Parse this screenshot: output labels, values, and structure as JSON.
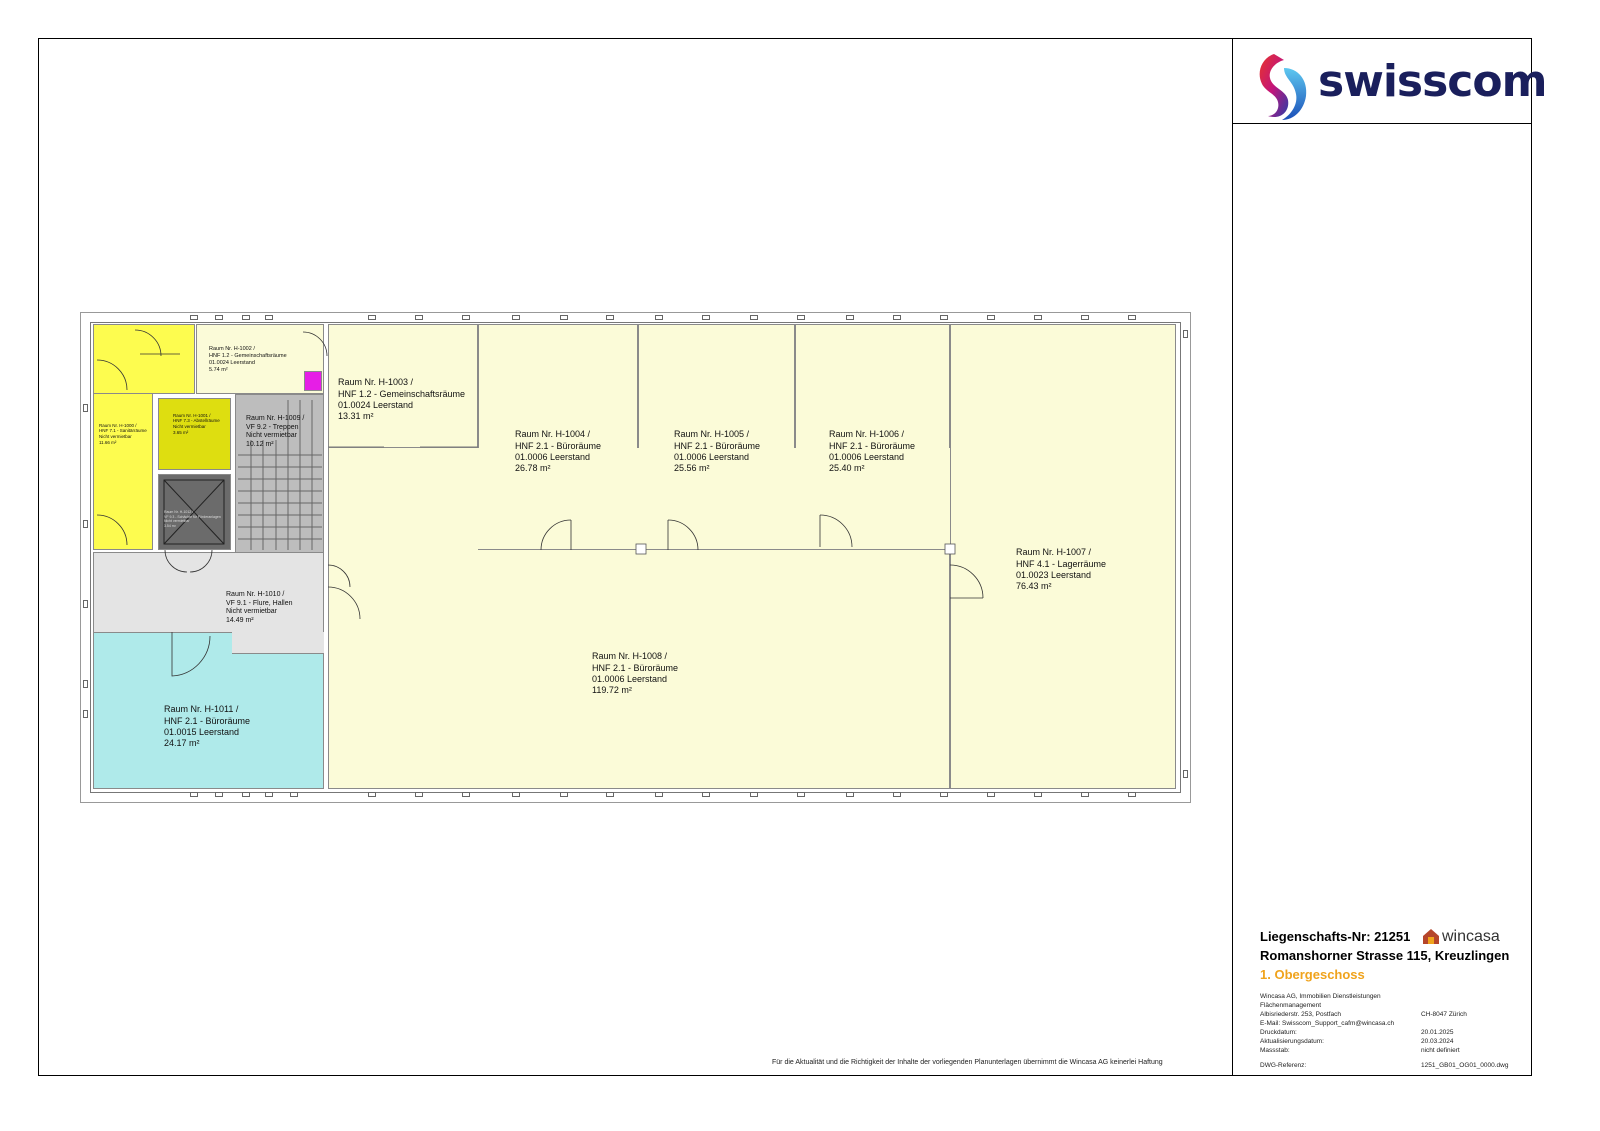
{
  "brand": {
    "name": "swisscom",
    "partner": "wincasa",
    "accent": "#f0a31c",
    "brand_color": "#1a1f5c"
  },
  "rooms": {
    "h1002": {
      "l1": "Raum Nr. H-1002 /",
      "l2": "HNF 1.2 - Gemeinschaftsräume",
      "l3": "01.0024 Leerstand",
      "l4": "5.74 m²"
    },
    "h1003": {
      "l1": "Raum Nr. H-1003 /",
      "l2": "HNF 1.2 - Gemeinschaftsräume",
      "l3": "01.0024 Leerstand",
      "l4": "13.31 m²"
    },
    "h1004": {
      "l1": "Raum Nr. H-1004 /",
      "l2": "HNF 2.1 - Büroräume",
      "l3": "01.0006 Leerstand",
      "l4": "26.78 m²"
    },
    "h1005": {
      "l1": "Raum Nr. H-1005 /",
      "l2": "HNF 2.1 - Büroräume",
      "l3": "01.0006 Leerstand",
      "l4": "25.56 m²"
    },
    "h1006": {
      "l1": "Raum Nr. H-1006 /",
      "l2": "HNF 2.1 - Büroräume",
      "l3": "01.0006 Leerstand",
      "l4": "25.40 m²"
    },
    "h1007": {
      "l1": "Raum Nr. H-1007 /",
      "l2": "HNF 4.1 - Lagerräume",
      "l3": "01.0023 Leerstand",
      "l4": "76.43 m²"
    },
    "h1008": {
      "l1": "Raum Nr. H-1008 /",
      "l2": "HNF 2.1 - Büroräume",
      "l3": "01.0006 Leerstand",
      "l4": "119.72 m²"
    },
    "h1009": {
      "l1": "Raum Nr. H-1009 /",
      "l2": "VF 9.2 - Treppen",
      "l3": "Nicht vermietbar",
      "l4": "10.12 m²"
    },
    "h1010": {
      "l1": "Raum Nr. H-1010 /",
      "l2": "VF 9.1 - Flure, Hallen",
      "l3": "Nicht vermietbar",
      "l4": "14.49 m²"
    },
    "h1011": {
      "l1": "Raum Nr. H-1011 /",
      "l2": "HNF 2.1 - Büroräume",
      "l3": "01.0015 Leerstand",
      "l4": "24.17 m²"
    },
    "h1000": {
      "l1": "Raum Nr. H-1000 /",
      "l2": "HNF 7.1 - Sanitärräume",
      "l3": "Nicht vermietbar",
      "l4": "11.66 m²"
    },
    "h1001": {
      "l1": "Raum Nr. H-1001 /",
      "l2": "HNF 7.3 - Abstellräume",
      "l3": "Nicht vermietbar",
      "l4": "3.65 m²"
    },
    "shaft": {
      "l1": "Raum Nr. H-1012 /",
      "l2": "VF 9.3 - Schächte für Förderanlagen",
      "l3": "Nicht vermietbar",
      "l4": "3.54 m²"
    }
  },
  "titleblock": {
    "liegenschaft_label": "Liegenschafts-Nr:",
    "liegenschaft_nr": "21251",
    "address": "Romanshorner Strasse 115, Kreuzlingen",
    "floor": "1. Obergeschoss",
    "company": "Wincasa AG, Immobilien Dienstleistungen",
    "department": "Flächenmanagement",
    "street": "Albisriederstr. 253, Postfach",
    "city": "CH-8047 Zürich",
    "email": "E-Mail: Swisscom_Support_cafm@wincasa.ch",
    "druck_label": "Druckdatum:",
    "druck_value": "20.01.2025",
    "akt_label": "Aktualisierungsdatum:",
    "akt_value": "20.03.2024",
    "mass_label": "Massstab:",
    "mass_value": "nicht definiert",
    "dwg_label": "DWG-Referenz:",
    "dwg_value": "1251_GB01_OG01_0000.dwg"
  },
  "disclaimer": "Für die Aktualität und die Richtigkeit der Inhalte der vorliegenden Planunterlagen übernimmt die Wincasa AG keinerlei Haftung"
}
